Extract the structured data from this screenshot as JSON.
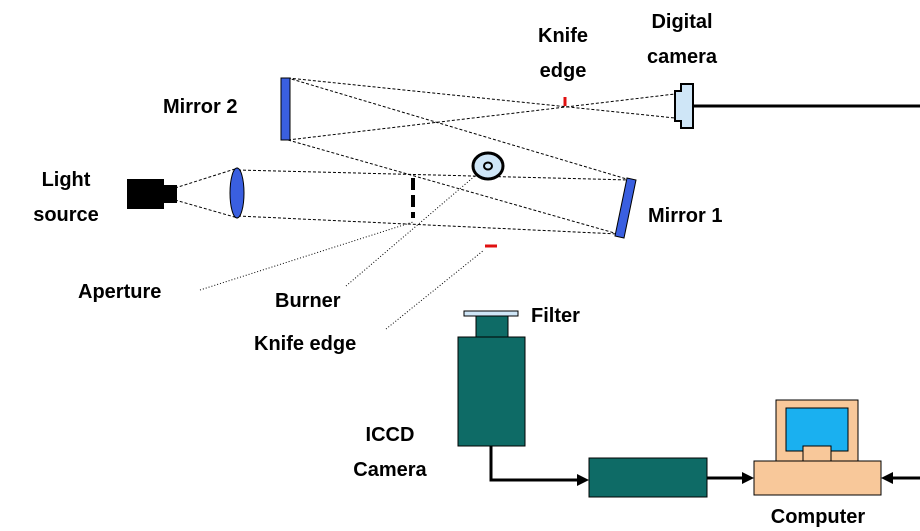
{
  "labels": {
    "light_source_1": "Light",
    "light_source_2": "source",
    "mirror_2": "Mirror 2",
    "mirror_1": "Mirror 1",
    "knife_edge_top_1": "Knife",
    "knife_edge_top_2": "edge",
    "digital_camera_1": "Digital",
    "digital_camera_2": "camera",
    "aperture": "Aperture",
    "burner": "Burner",
    "knife_edge_bottom": "Knife edge",
    "filter": "Filter",
    "iccd_camera_1": "ICCD",
    "iccd_camera_2": "Camera",
    "computer": "Computer"
  },
  "colors": {
    "mirror": "#3a5fe0",
    "lens": "#3a5fe0",
    "knife_edge": "#e01010",
    "digital_camera": "#cfe6f7",
    "burner": "#cfe6f7",
    "iccd_camera": "#0e6b66",
    "controller": "#0e6b66",
    "computer_body": "#f8c89a",
    "computer_screen": "#1ab0f0"
  }
}
